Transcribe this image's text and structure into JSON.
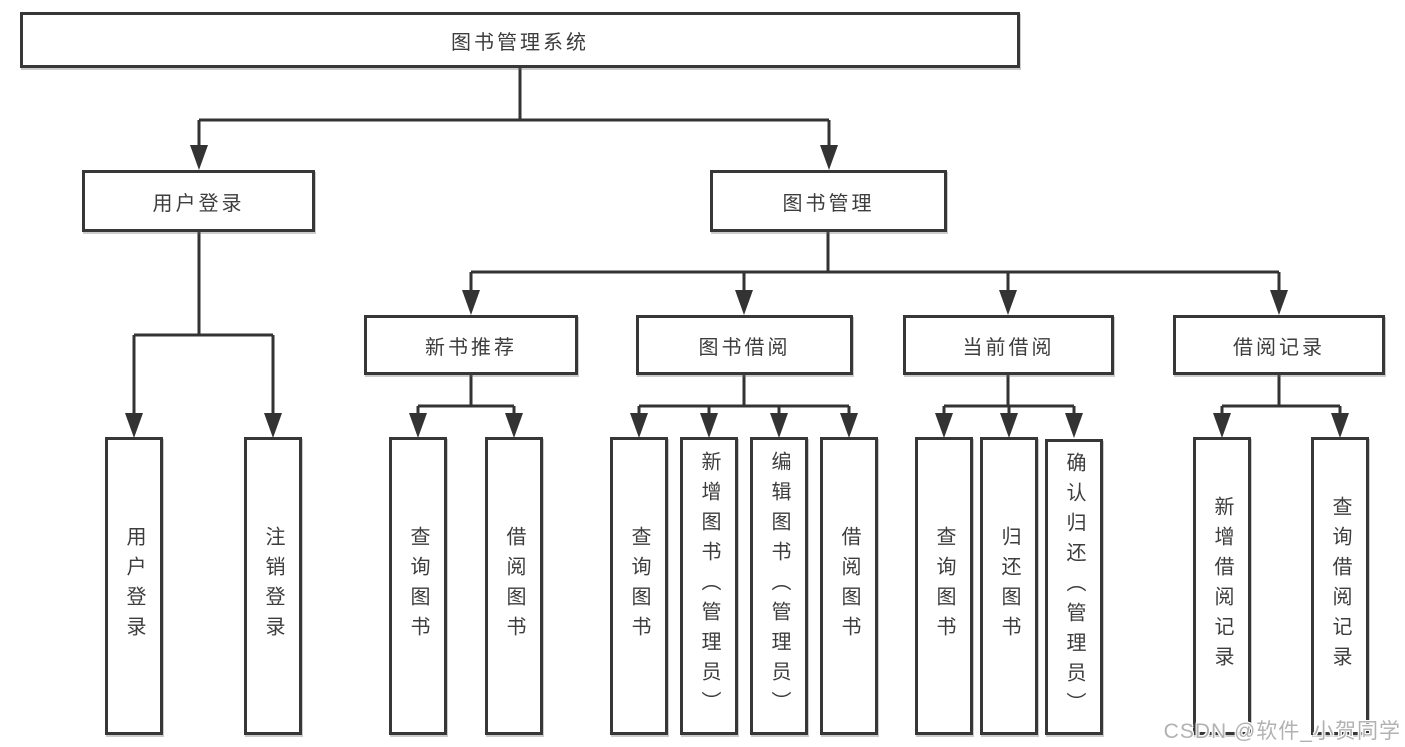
{
  "tree": {
    "label": "图书管理系统",
    "children": [
      {
        "label": "用户登录",
        "children": [
          {
            "label": "用户登录"
          },
          {
            "label": "注销登录"
          }
        ]
      },
      {
        "label": "图书管理",
        "children": [
          {
            "label": "新书推荐",
            "children": [
              {
                "label": "查询图书"
              },
              {
                "label": "借阅图书"
              }
            ]
          },
          {
            "label": "图书借阅",
            "children": [
              {
                "label": "查询图书"
              },
              {
                "label": "新增图书（管理员）"
              },
              {
                "label": "编辑图书（管理员）"
              },
              {
                "label": "借阅图书"
              }
            ]
          },
          {
            "label": "当前借阅",
            "children": [
              {
                "label": "查询图书"
              },
              {
                "label": "归还图书"
              },
              {
                "label": "确认归还（管理员）"
              }
            ]
          },
          {
            "label": "借阅记录",
            "children": [
              {
                "label": "新增借阅记录"
              },
              {
                "label": "查询借阅记录"
              }
            ]
          }
        ]
      }
    ]
  },
  "watermark": "CSDN @软件_小贺同学",
  "colors": {
    "line": "#333333",
    "box_border": "#373737",
    "text": "#3d3d3d",
    "background": "#ffffff",
    "watermark": "#b3b1b1"
  }
}
